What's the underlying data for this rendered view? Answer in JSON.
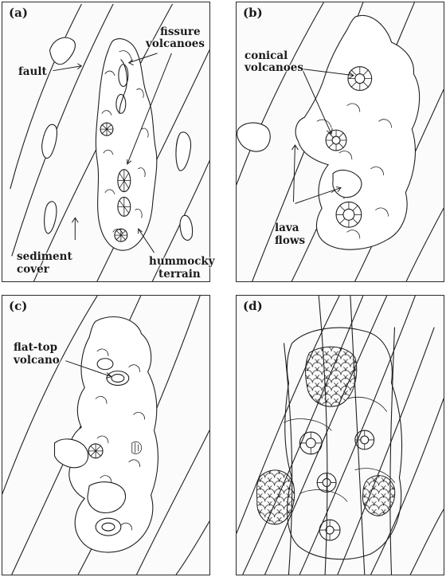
{
  "panels": [
    {
      "id": "a",
      "label": "(a)"
    },
    {
      "id": "b",
      "label": "(b)"
    },
    {
      "id": "c",
      "label": "(c)"
    },
    {
      "id": "d",
      "label": "(d)"
    }
  ],
  "labels": {
    "a": {
      "fault": "fault",
      "fissure_1": "fissure",
      "fissure_2": "volcanoes",
      "sediment_1": "sediment",
      "sediment_2": "cover",
      "hummocky_1": "hummocky",
      "hummocky_2": "terrain"
    },
    "b": {
      "conical_1": "conical",
      "conical_2": "volcanoes",
      "lava_1": "lava",
      "lava_2": "flows"
    },
    "c": {
      "flattop_1": "flat-top",
      "flattop_2": "volcano"
    }
  }
}
